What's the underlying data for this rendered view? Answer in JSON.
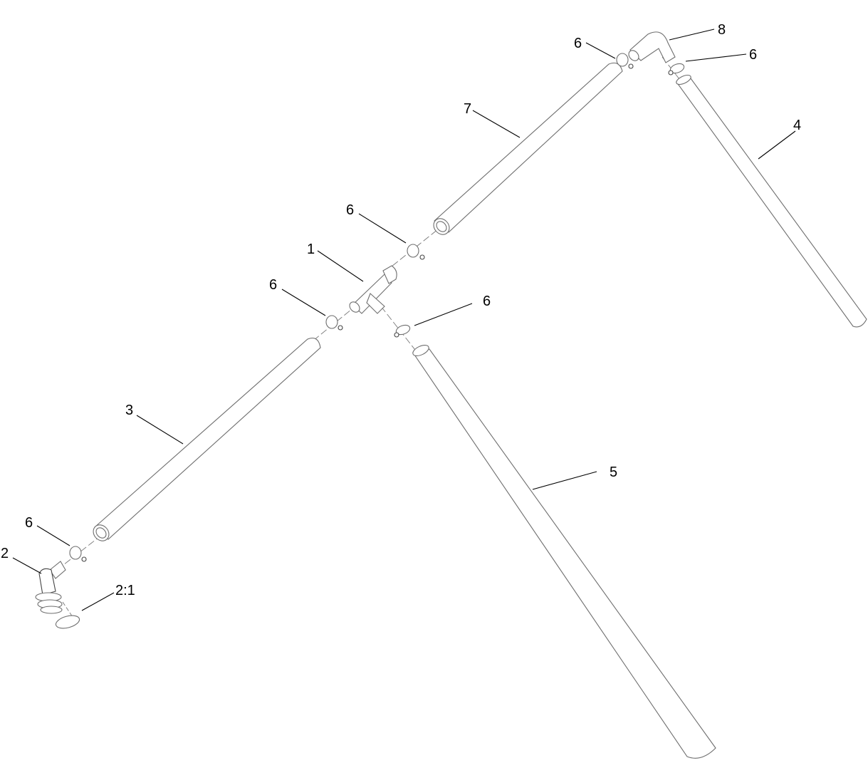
{
  "diagram": {
    "type": "exploded-parts-view",
    "callouts": [
      {
        "id": "c1",
        "label": "1",
        "part": "tee-fitting"
      },
      {
        "id": "c2",
        "label": "2",
        "part": "elbow-fitting-threaded"
      },
      {
        "id": "c2_1",
        "label": "2:1",
        "part": "o-ring"
      },
      {
        "id": "c3",
        "label": "3",
        "part": "hose-left"
      },
      {
        "id": "c4",
        "label": "4",
        "part": "hose-right-vertical"
      },
      {
        "id": "c5",
        "label": "5",
        "part": "hose-center-long"
      },
      {
        "id": "c6a",
        "label": "6",
        "part": "hose-clamp"
      },
      {
        "id": "c6b",
        "label": "6",
        "part": "hose-clamp"
      },
      {
        "id": "c6c",
        "label": "6",
        "part": "hose-clamp"
      },
      {
        "id": "c6d",
        "label": "6",
        "part": "hose-clamp"
      },
      {
        "id": "c6e",
        "label": "6",
        "part": "hose-clamp"
      },
      {
        "id": "c6f",
        "label": "6",
        "part": "hose-clamp"
      },
      {
        "id": "c7",
        "label": "7",
        "part": "hose-upper"
      },
      {
        "id": "c8",
        "label": "8",
        "part": "elbow-fitting"
      }
    ]
  }
}
